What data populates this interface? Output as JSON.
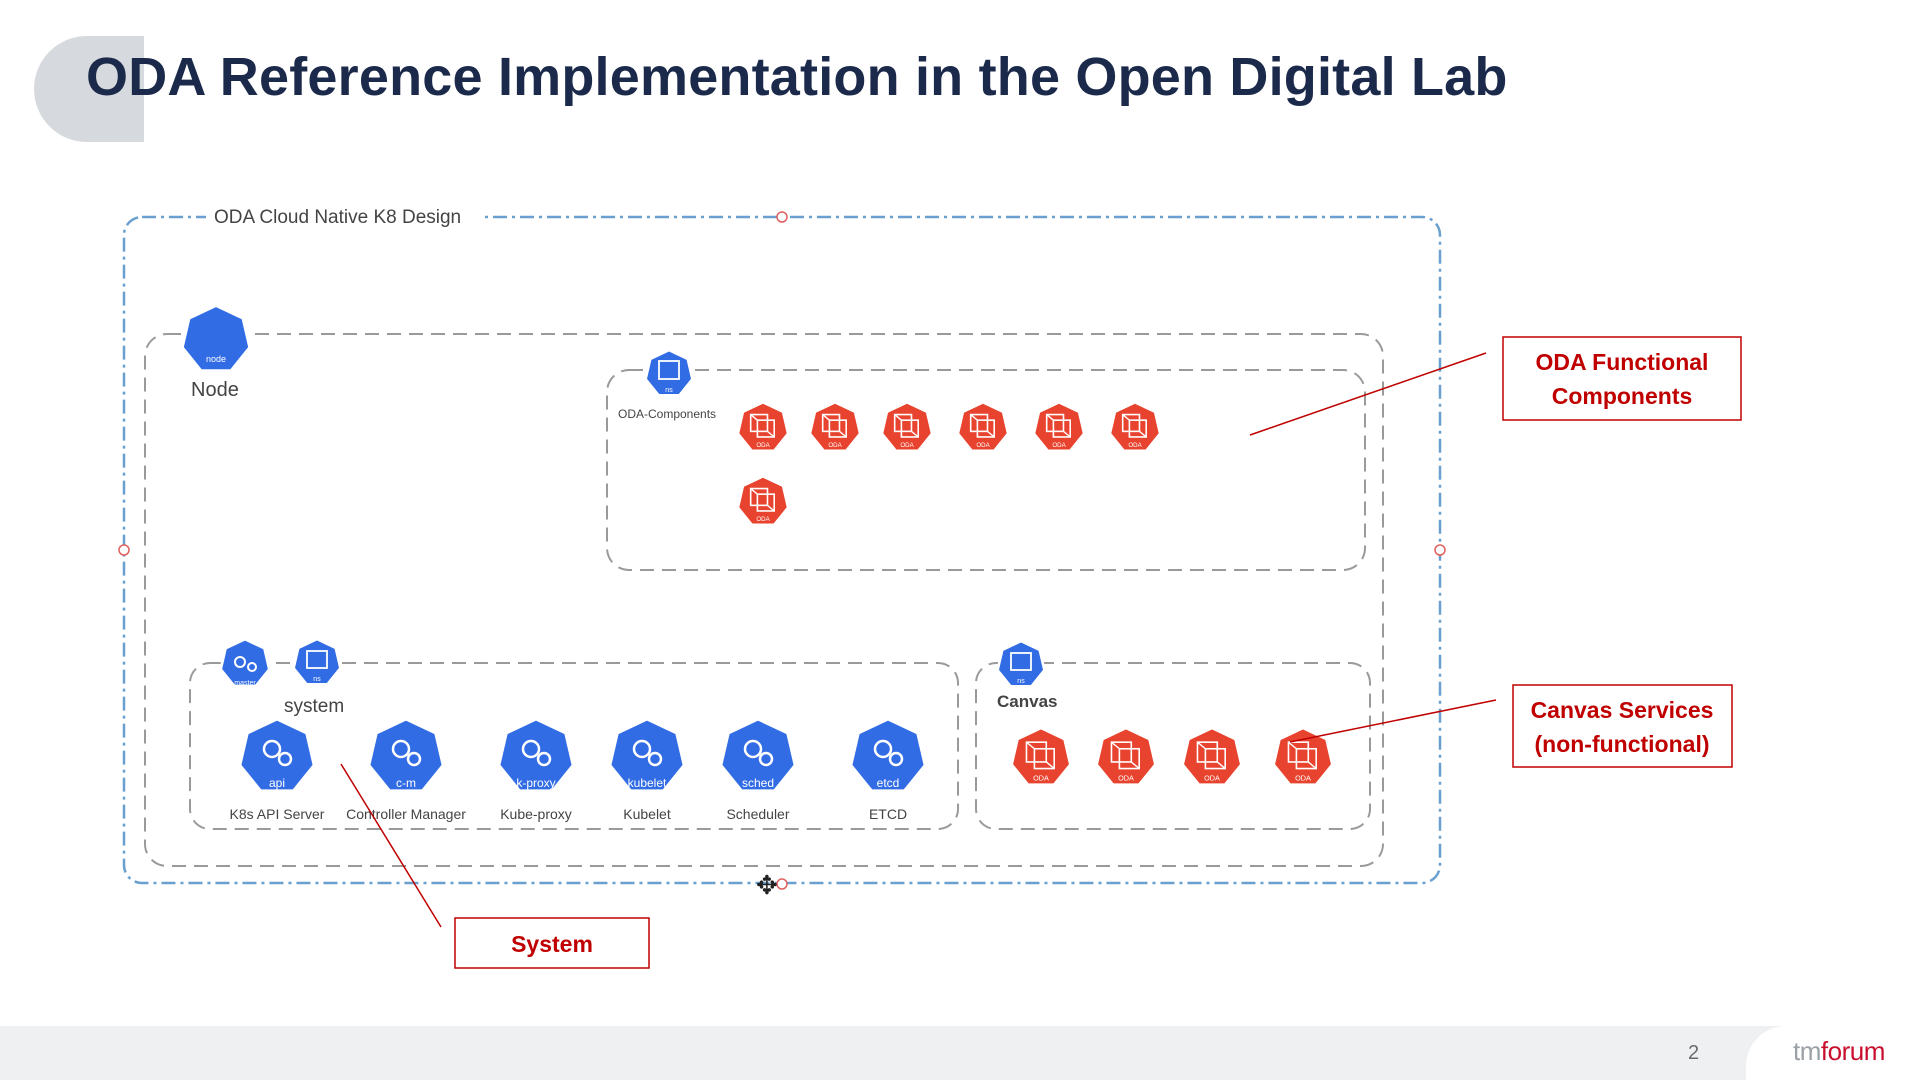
{
  "slide": {
    "title": "ODA Reference Implementation in the Open Digital Lab",
    "page_number": "2",
    "logo": {
      "part1": "tm",
      "part2": "forum"
    }
  },
  "diagram": {
    "frame_label": "ODA Cloud Native K8 Design",
    "node_label": "Node",
    "node_icon_text": "node",
    "oda_components": {
      "label": "ODA-Components",
      "ns_icon_text": "ns",
      "component_icon_text": "ODA",
      "count": 7
    },
    "system": {
      "label": "system",
      "master_icon_text": "master",
      "ns_icon_text": "ns",
      "items": [
        {
          "label": "K8s API Server",
          "icon_text": "api"
        },
        {
          "label": "Controller Manager",
          "icon_text": "c-m"
        },
        {
          "label": "Kube-proxy",
          "icon_text": "k-proxy"
        },
        {
          "label": "Kubelet",
          "icon_text": "kubelet"
        },
        {
          "label": "Scheduler",
          "icon_text": "sched"
        },
        {
          "label": "ETCD",
          "icon_text": "etcd"
        }
      ]
    },
    "canvas": {
      "label": "Canvas",
      "ns_icon_text": "ns",
      "component_icon_text": "ODA",
      "count": 4
    }
  },
  "callouts": {
    "oda_functional": {
      "line1": "ODA Functional",
      "line2": "Components"
    },
    "canvas_services": {
      "line1": "Canvas Services",
      "line2": "(non-functional)"
    },
    "system": {
      "line1": "System"
    }
  },
  "colors": {
    "k8s_blue": "#326ce5",
    "oda_red": "#e8432e",
    "callout_red": "#c00000",
    "title": "#1b2a4a"
  }
}
